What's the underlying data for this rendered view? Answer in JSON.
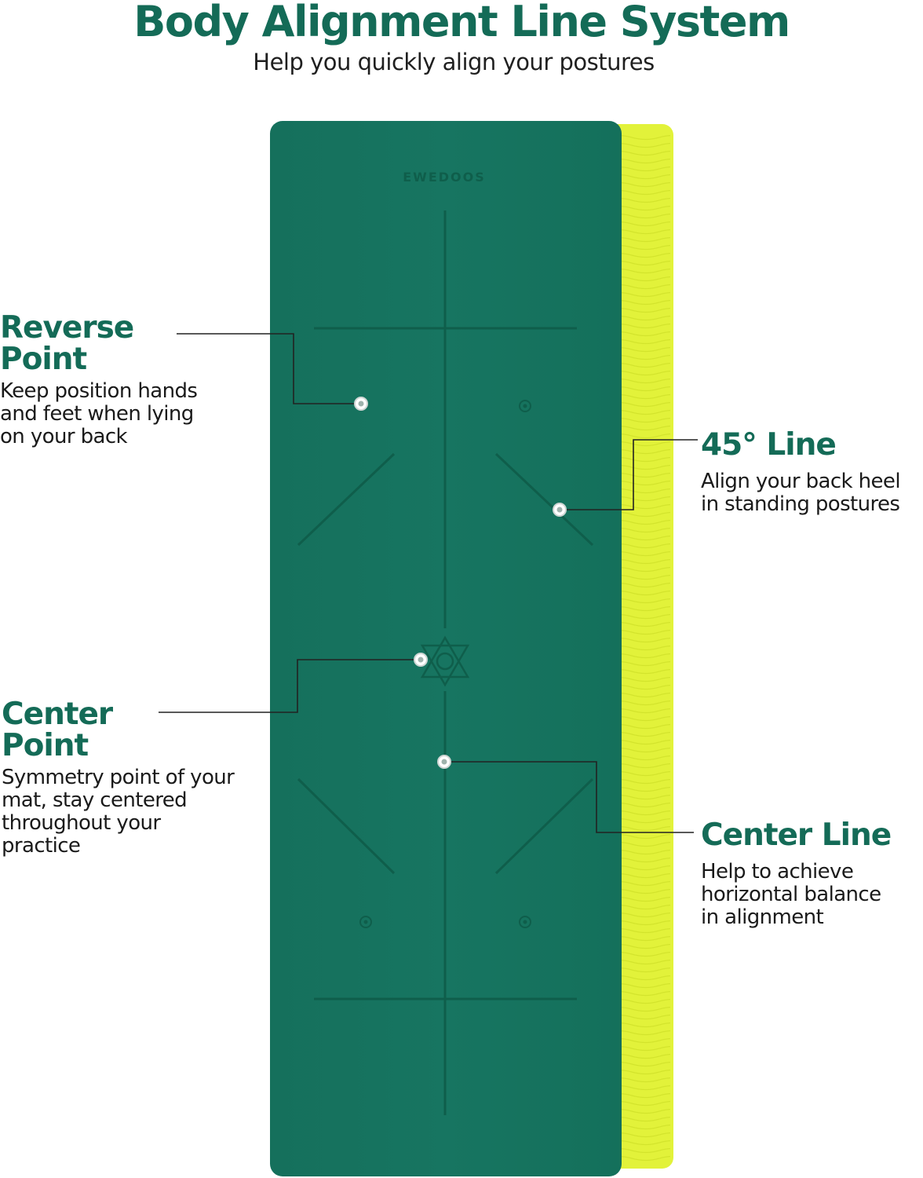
{
  "header": {
    "title": "Body Alignment Line System",
    "subtitle": "Help you quickly align your postures"
  },
  "mat": {
    "brand": "EWEDOOS",
    "top_color": "#15705c",
    "edge_color": "#e2f23a",
    "line_color": "#0f5e4b"
  },
  "callouts": {
    "reverse_point": {
      "title_lines": [
        "Reverse",
        "Point"
      ],
      "body_lines": [
        "Keep position hands",
        "and feet when lying",
        "on your back"
      ]
    },
    "line_45": {
      "title_lines": [
        "45° Line"
      ],
      "body_lines": [
        "Align your back heel",
        "in standing postures"
      ]
    },
    "center_point": {
      "title_lines": [
        "Center",
        "Point"
      ],
      "body_lines": [
        "Symmetry point of your",
        "mat, stay centered",
        "throughout your",
        "practice"
      ]
    },
    "center_line": {
      "title_lines": [
        "Center Line"
      ],
      "body_lines": [
        "Help to achieve",
        "horizontal balance",
        "in alignment"
      ]
    }
  },
  "colors": {
    "accent": "#146b57",
    "text": "#1a1a1a",
    "leader": "#222222",
    "dot": "#ffffff"
  }
}
